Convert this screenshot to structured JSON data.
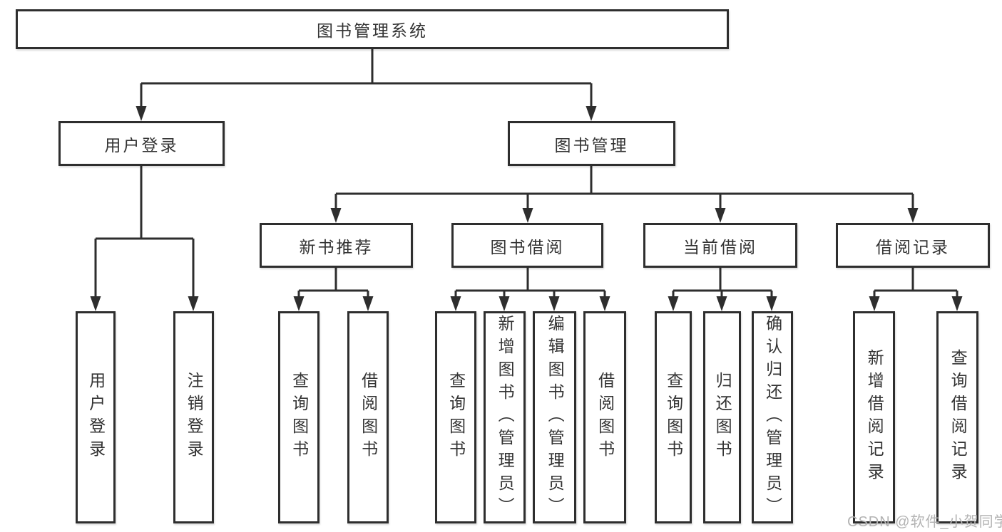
{
  "root": {
    "label": "图书管理系统"
  },
  "branches": {
    "user_login": {
      "label": "用户登录"
    },
    "book_management": {
      "label": "图书管理"
    }
  },
  "sections": {
    "new_book_recommend": {
      "label": "新书推荐"
    },
    "book_borrow": {
      "label": "图书借阅"
    },
    "current_borrow": {
      "label": "当前借阅"
    },
    "borrow_records": {
      "label": "借阅记录"
    }
  },
  "leaves": {
    "user_login": {
      "label": "用户登录"
    },
    "logout": {
      "label": "注销登录"
    },
    "recommend_query_books": {
      "label": "查询图书"
    },
    "recommend_borrow_books": {
      "label": "借阅图书"
    },
    "borrow_query_books": {
      "label": "查询图书"
    },
    "borrow_add_books": {
      "label": "新增图书（管理员）"
    },
    "borrow_edit_books": {
      "label": "编辑图书（管理员）"
    },
    "borrow_borrow_books": {
      "label": "借阅图书"
    },
    "current_query_books": {
      "label": "查询图书"
    },
    "current_return_books": {
      "label": "归还图书"
    },
    "current_confirm_return": {
      "label": "确认归还（管理员）"
    },
    "records_add_record": {
      "label": "新增借阅记录"
    },
    "records_query_record": {
      "label": "查询借阅记录"
    }
  },
  "watermark": {
    "text": "CSDN @软件_小贺同学"
  },
  "colors": {
    "line": "#2e2e2e",
    "text": "#333333",
    "watermark": "#b3b3b3",
    "background": "#ffffff"
  }
}
